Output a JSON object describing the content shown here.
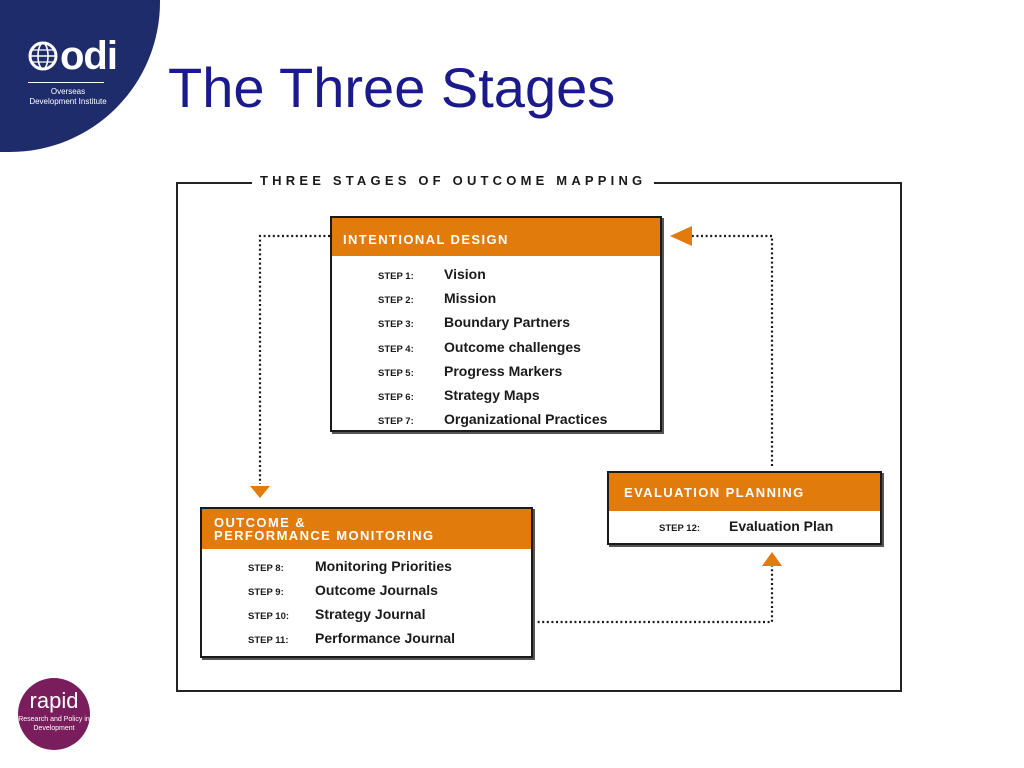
{
  "slide": {
    "title": "The Three Stages"
  },
  "odi_logo": {
    "wordmark": "odi",
    "subtitle": "Overseas Development Institute",
    "color": "#1f2c6b"
  },
  "rapid_logo": {
    "wordmark": "rapid",
    "subtitle": "Research and Policy in Development",
    "color": "#7a1d5c"
  },
  "diagram": {
    "title": "THREE STAGES OF OUTCOME MAPPING",
    "accent_color": "#e07b0c",
    "stages": [
      {
        "id": "intentional-design",
        "title": "INTENTIONAL DESIGN",
        "steps": [
          {
            "label": "STEP 1:",
            "name": "Vision"
          },
          {
            "label": "STEP 2:",
            "name": "Mission"
          },
          {
            "label": "STEP 3:",
            "name": "Boundary Partners"
          },
          {
            "label": "STEP 4:",
            "name": "Outcome challenges"
          },
          {
            "label": "STEP 5:",
            "name": "Progress Markers"
          },
          {
            "label": "STEP 6:",
            "name": "Strategy Maps"
          },
          {
            "label": "STEP 7:",
            "name": "Organizational Practices"
          }
        ]
      },
      {
        "id": "outcome-performance-monitoring",
        "title_line1": "OUTCOME &",
        "title_line2": "PERFORMANCE MONITORING",
        "steps": [
          {
            "label": "STEP 8:",
            "name": "Monitoring Priorities"
          },
          {
            "label": "STEP 9:",
            "name": "Outcome Journals"
          },
          {
            "label": "STEP 10:",
            "name": "Strategy Journal"
          },
          {
            "label": "STEP 11:",
            "name": "Performance Journal"
          }
        ]
      },
      {
        "id": "evaluation-planning",
        "title": "EVALUATION PLANNING",
        "steps": [
          {
            "label": "STEP 12:",
            "name": "Evaluation Plan"
          }
        ]
      }
    ],
    "flow": [
      {
        "from": "intentional-design",
        "to": "outcome-performance-monitoring"
      },
      {
        "from": "outcome-performance-monitoring",
        "to": "evaluation-planning"
      },
      {
        "from": "evaluation-planning",
        "to": "intentional-design"
      }
    ]
  }
}
